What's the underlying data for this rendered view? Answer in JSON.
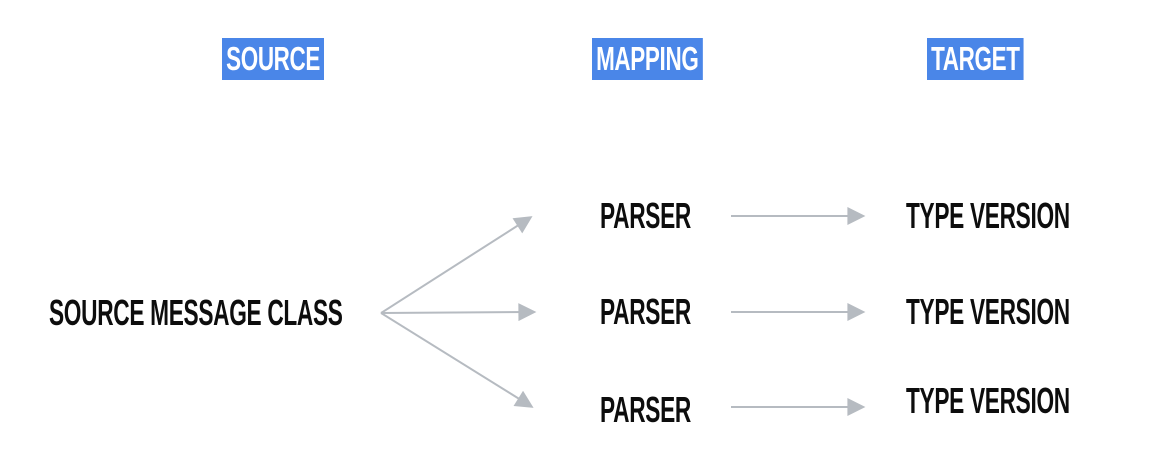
{
  "diagram": {
    "columns": [
      {
        "header": "SOURCE"
      },
      {
        "header": "MAPPING"
      },
      {
        "header": "TARGET"
      }
    ],
    "source": {
      "label": "SOURCE MESSAGE CLASS"
    },
    "mappings": [
      {
        "label": "PARSER"
      },
      {
        "label": "PARSER"
      },
      {
        "label": "PARSER"
      }
    ],
    "targets": [
      {
        "label": "TYPE VERSION"
      },
      {
        "label": "TYPE VERSION"
      },
      {
        "label": "TYPE VERSION"
      }
    ],
    "colors": {
      "header_bg": "#4a86e8",
      "header_text": "#ffffff",
      "label_text": "#0d0d0d",
      "arrow": "#b6bbc1",
      "background": "#ffffff"
    }
  }
}
